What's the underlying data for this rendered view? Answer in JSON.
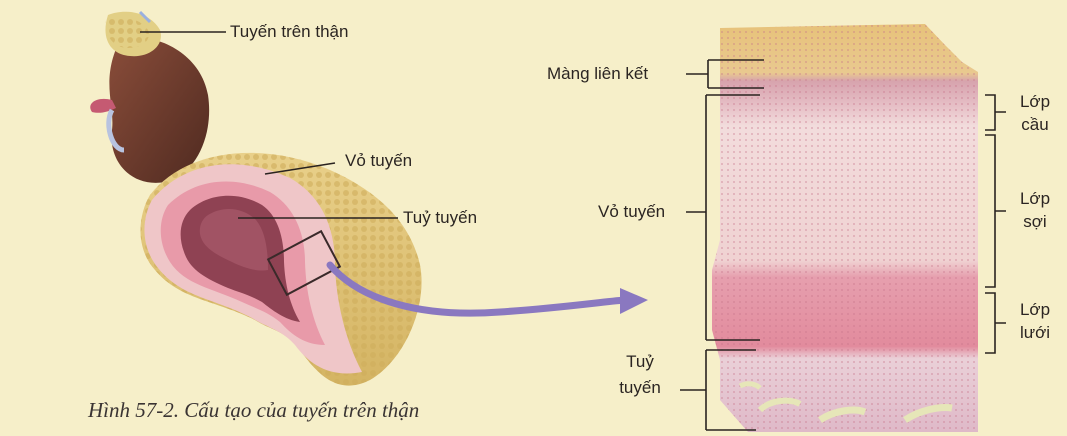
{
  "labels": {
    "adrenal_gland": "Tuyến trên thận",
    "cortex_left": "Vỏ tuyến",
    "medulla_left": "Tuỷ tuyến",
    "capsule": "Màng liên kết",
    "cortex_right": "Vỏ tuyến",
    "medulla_right_1": "Tuỷ",
    "medulla_right_2": "tuyến",
    "zona_glomerulosa_1": "Lớp",
    "zona_glomerulosa_2": "cầu",
    "zona_fasciculata_1": "Lớp",
    "zona_fasciculata_2": "sợi",
    "zona_reticularis_1": "Lớp",
    "zona_reticularis_2": "lưới"
  },
  "caption": "Hình 57-2. Cấu tạo của tuyến trên thận",
  "colors": {
    "background": "#f6efc9",
    "kidney": "#6b3a2c",
    "fat": "#e0c479",
    "cortex": "#eebfc2",
    "medulla": "#9a4a58",
    "arrow": "#8a78c0",
    "leader_lines": "#2a2320"
  }
}
